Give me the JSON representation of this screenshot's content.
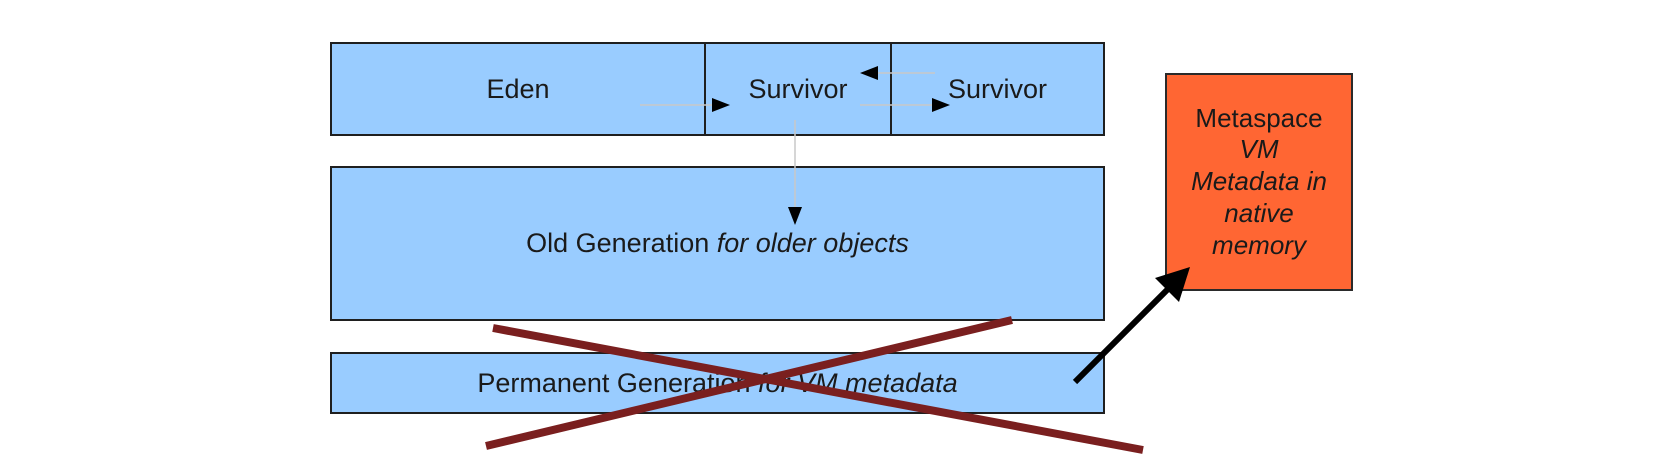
{
  "young_generation": {
    "eden": "Eden",
    "survivor_from": "Survivor",
    "survivor_to": "Survivor"
  },
  "old_generation": {
    "label": "Old Generation",
    "note": "for older objects"
  },
  "permanent_generation": {
    "label": "Permanent Generation",
    "note": "for VM metadata",
    "status": "removed (crossed out)"
  },
  "metaspace": {
    "title": "Metaspace",
    "line1": "VM",
    "line2": "Metadata in",
    "line3": "native",
    "line4": "memory"
  },
  "colors": {
    "heap_fill": "#99ccff",
    "metaspace_fill": "#ff6633",
    "cross_out": "#7a1f1f",
    "arrow": "#000000"
  }
}
